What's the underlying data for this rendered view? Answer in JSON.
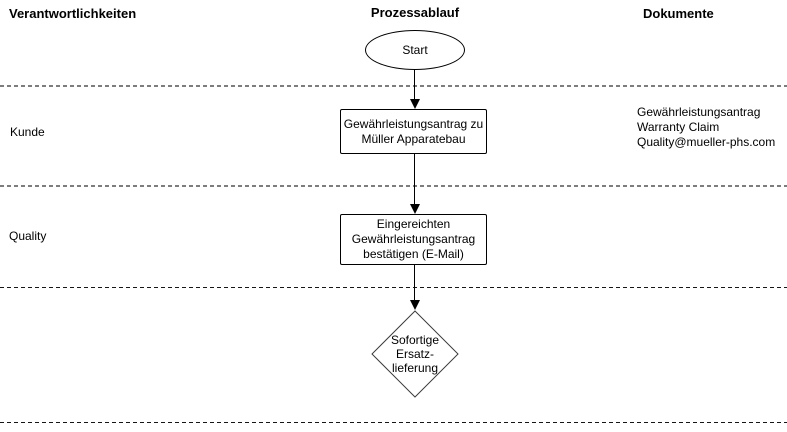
{
  "columns": {
    "responsibilities": "Verantwortlichkeiten",
    "process": "Prozessablauf",
    "documents": "Dokumente"
  },
  "lanes": {
    "lane1_label": "Kunde",
    "lane2_label": "Quality",
    "lane3_label": ""
  },
  "flow": {
    "start_label": "Start",
    "step1": {
      "line1": "Gewährleistungsantrag zu",
      "line2": "Müller Apparatebau"
    },
    "step2": {
      "line1": "Eingereichten",
      "line2": "Gewährleistungsantrag",
      "line3": "bestätigen (E-Mail)"
    },
    "decision": {
      "line1": "Sofortige",
      "line2": "Ersatz-",
      "line3": "lieferung"
    }
  },
  "documents": {
    "lines": [
      "Gewährleistungsantrag",
      "Warranty Claim",
      "Quality@mueller-phs.com"
    ]
  },
  "colors": {
    "background": "#ffffff",
    "text": "#000000",
    "shape_border": "#000000",
    "divider_gray": "#7d7d7d",
    "divider_black": "#161616"
  }
}
